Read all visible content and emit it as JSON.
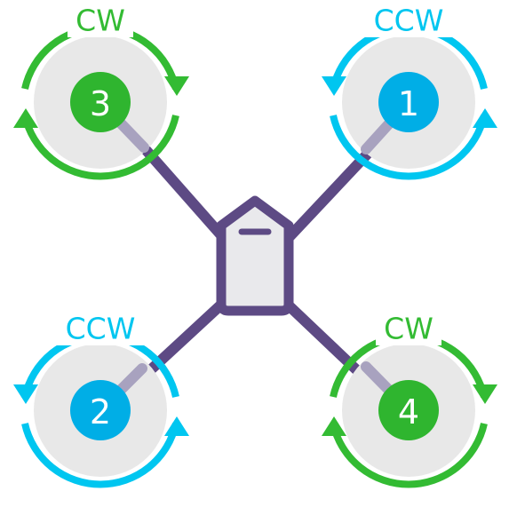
{
  "colors": {
    "cw": "#33bb33",
    "ccw": "#00c6f0",
    "frame": "#5d4a84",
    "body_fill": "#e9e9ec",
    "disk": "#e8e8e8",
    "hub_cw": "#2fb52f",
    "hub_ccw": "#00aee6",
    "hub_arm": "#a8a2bf"
  },
  "motors": [
    {
      "number": "1",
      "direction": "CCW"
    },
    {
      "number": "2",
      "direction": "CCW"
    },
    {
      "number": "3",
      "direction": "CW"
    },
    {
      "number": "4",
      "direction": "CW"
    }
  ]
}
